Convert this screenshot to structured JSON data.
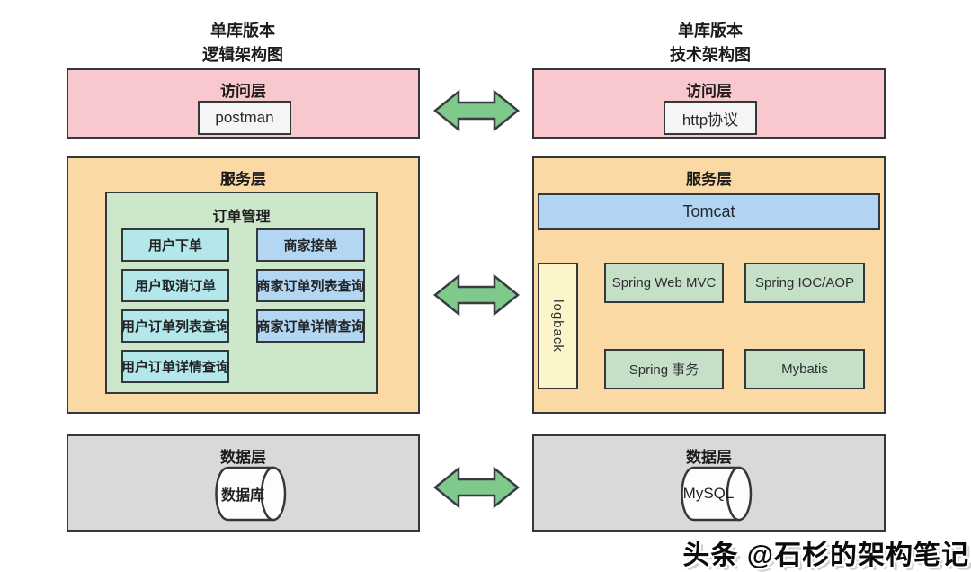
{
  "left_diagram": {
    "title_line1": "单库版本",
    "title_line2": "逻辑架构图",
    "access_layer": {
      "label": "访问层",
      "item": "postman"
    },
    "service_layer": {
      "label": "服务层",
      "order_module": {
        "label": "订单管理",
        "user_actions": [
          "用户下单",
          "用户取消订单",
          "用户订单列表查询",
          "用户订单详情查询"
        ],
        "merchant_actions": [
          "商家接单",
          "商家订单列表查询",
          "商家订单详情查询"
        ]
      }
    },
    "data_layer": {
      "label": "数据层",
      "item": "数据库"
    }
  },
  "right_diagram": {
    "title_line1": "单库版本",
    "title_line2": "技术架构图",
    "access_layer": {
      "label": "访问层",
      "item": "http协议"
    },
    "service_layer": {
      "label": "服务层",
      "web_container": "Tomcat",
      "logging": "logback",
      "components": [
        "Spring Web MVC",
        "Spring IOC/AOP",
        "Spring 事务",
        "Mybatis"
      ]
    },
    "data_layer": {
      "label": "数据层",
      "item": "MySQL"
    }
  },
  "watermark": "头条 @石杉的架构笔记",
  "icons": {
    "link": "double-arrow-icon",
    "database": "cylinder-icon"
  },
  "colors": {
    "access_layer_bg": "#f9c8ce",
    "service_layer_bg": "#fbd9a4",
    "order_module_bg": "#cde7cb",
    "user_action_bg": "#b3e7ea",
    "merchant_action_bg": "#b3d7f3",
    "tomcat_bg": "#b0d4f2",
    "logback_bg": "#fbf5c9",
    "component_bg": "#c5e0c6",
    "data_layer_bg": "#d9d9d9",
    "item_bg": "#f5f5f5",
    "arrow_fill": "#7ec98b",
    "border": "#33383b"
  }
}
